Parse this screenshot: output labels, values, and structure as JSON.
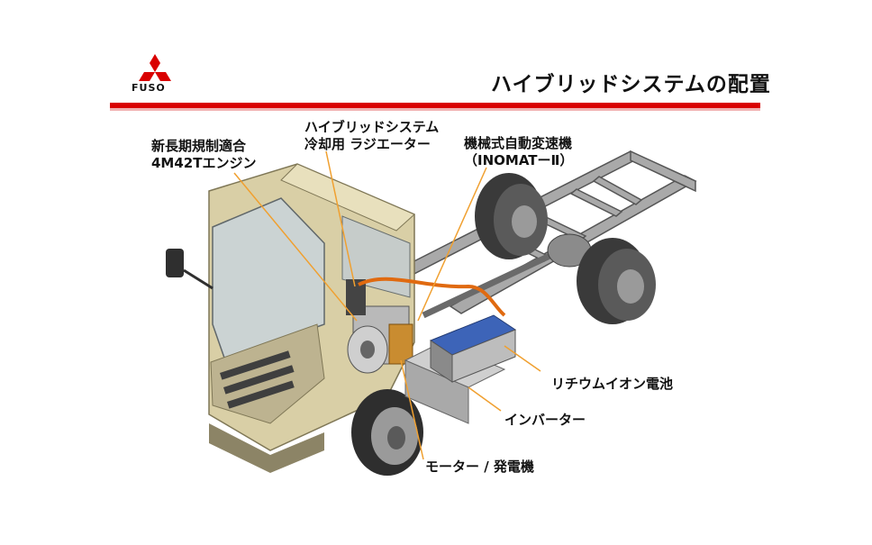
{
  "brand": {
    "name": "FUSO",
    "logo_icon": "mitsubishi-three-diamonds-icon",
    "logo_color": "#d90000"
  },
  "title": "ハイブリッドシステムの配置",
  "labels": {
    "engine": {
      "line1": "新長期規制適合",
      "line2": "4M42Tエンジン"
    },
    "radiator": {
      "line1": "ハイブリッドシステム",
      "line2": "冷却用 ラジエーター"
    },
    "transmission": {
      "line1": "機械式自動変速機",
      "line2": "（INOMATーⅡ）"
    },
    "battery": "リチウムイオン電池",
    "inverter": "インバーター",
    "motor": "モーター / 発電機"
  },
  "colors": {
    "accent_red": "#d90000",
    "leader_orange": "#f0a030",
    "cab_beige": "#d9cfa6"
  }
}
